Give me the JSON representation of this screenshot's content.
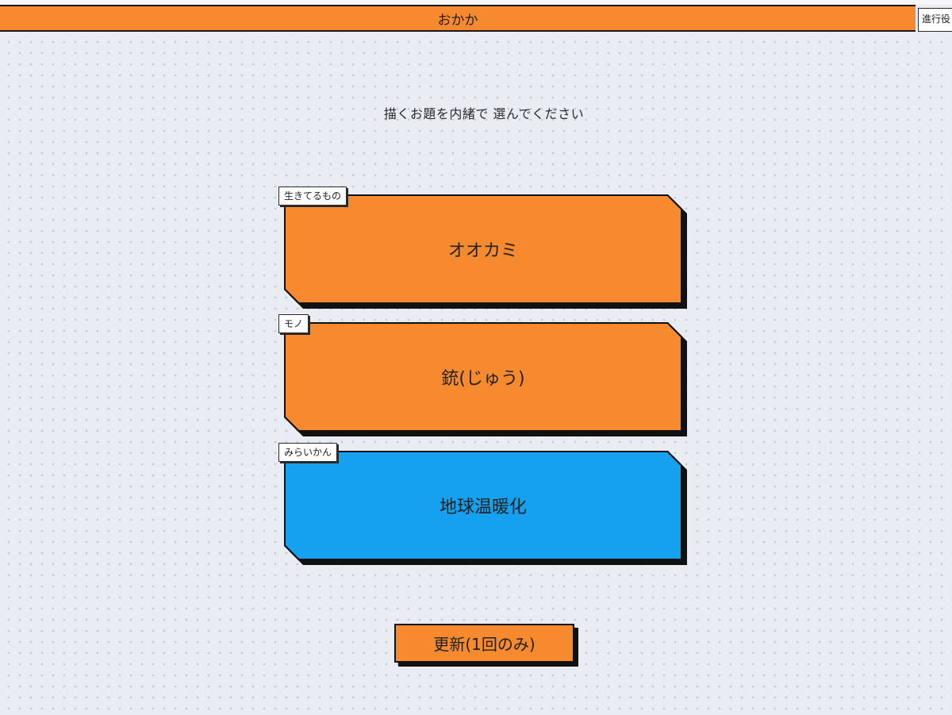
{
  "header": {
    "title": "おかか",
    "progress_button_label": "進行役"
  },
  "instruction": "描くお題を内緒で 選んでください",
  "colors": {
    "orange": "#f7892f",
    "blue": "#15a0f0",
    "background": "#e9ecf3"
  },
  "cards": [
    {
      "category": "生きてるもの",
      "label": "オオカミ",
      "color": "#f7892f"
    },
    {
      "category": "モノ",
      "label": "銃(じゅう)",
      "color": "#f7892f"
    },
    {
      "category": "みらいかん",
      "label": "地球温暖化",
      "color": "#15a0f0"
    }
  ],
  "refresh_button": {
    "label": "更新(1回のみ)"
  }
}
